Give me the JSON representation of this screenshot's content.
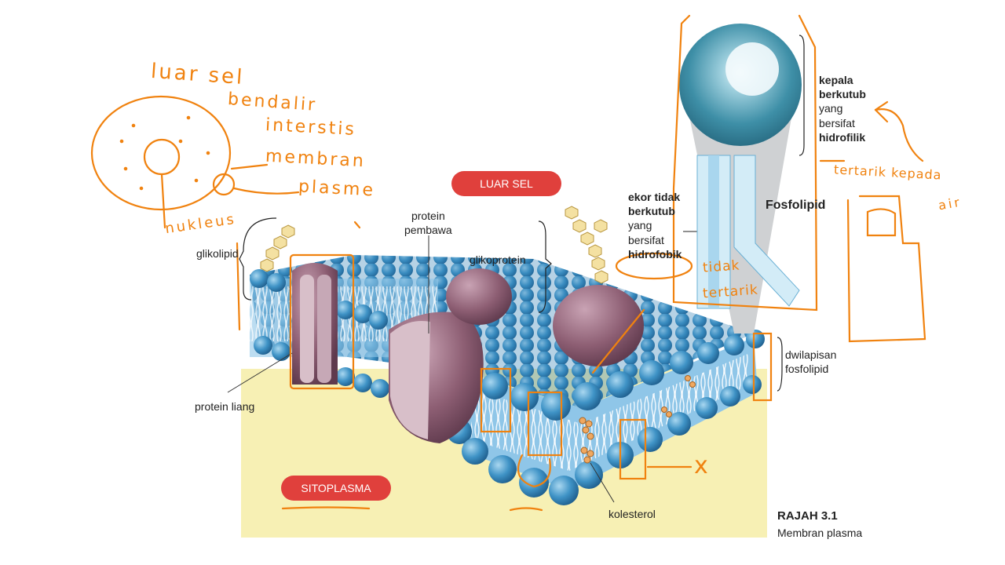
{
  "labels": {
    "luar_sel": "LUAR SEL",
    "sitoplasma": "SITOPLASMA",
    "glikolipid": "glikolipid",
    "protein_pembawa_1": "protein",
    "protein_pembawa_2": "pembawa",
    "glikoprotein": "glikoprotein",
    "protein_liang": "protein liang",
    "kolesterol": "kolesterol",
    "dwilapisan_1": "dwilapisan",
    "dwilapisan_2": "fosfolipid",
    "fosfolipid": "Fosfolipid",
    "kepala_1": "kepala",
    "kepala_2": "berkutub",
    "kepala_3": "yang",
    "kepala_4": "bersifat",
    "kepala_5": "hidrofilik",
    "ekor_1": "ekor tidak",
    "ekor_2": "berkutub",
    "ekor_3": "yang",
    "ekor_4": "bersifat",
    "ekor_5": "hidrofobik",
    "rajah_title": "RAJAH 3.1",
    "rajah_caption": "Membran plasma"
  },
  "handwriting": {
    "luar_sel": "luar sel",
    "bendalir": "bendalir",
    "interstis": "interstis",
    "membran": "membran",
    "plasme": "plasme",
    "nukleus": "nukleus",
    "tertarik": "tertarik kepada",
    "air": "air",
    "tidak": "tidak",
    "tertarik2": "tertarik",
    "x": "x"
  },
  "colors": {
    "accent_red": "#e0403c",
    "annotation_orange": "#f0820f",
    "cytoplasm": "#f7f0b4",
    "head_blue": "#3f93c6",
    "protein": "#8d5e73"
  }
}
